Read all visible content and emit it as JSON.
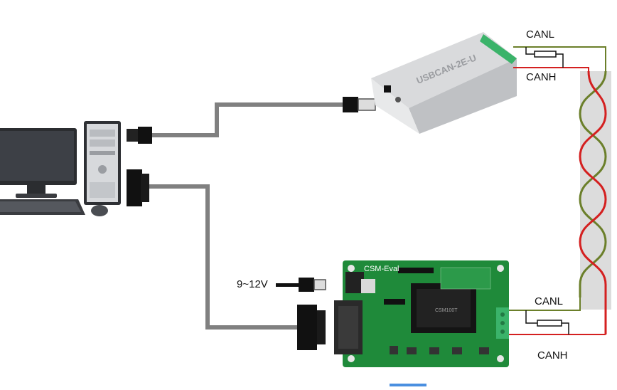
{
  "labels": {
    "canl_top": "CANL",
    "canh_top": "CANH",
    "canl_bottom": "CANL",
    "canh_bottom": "CANH",
    "power": "9~12V"
  },
  "devices": {
    "usbcan_text": "USBCAN-2E-U",
    "pcb_title": "CSM-Eval",
    "module_text": "CSM100T"
  },
  "colors": {
    "canl_wire": "#6b7f2a",
    "canh_wire": "#d42020",
    "cable": "#808080",
    "pcb": "#1f8a3a",
    "terminal": "#3bb36a"
  }
}
